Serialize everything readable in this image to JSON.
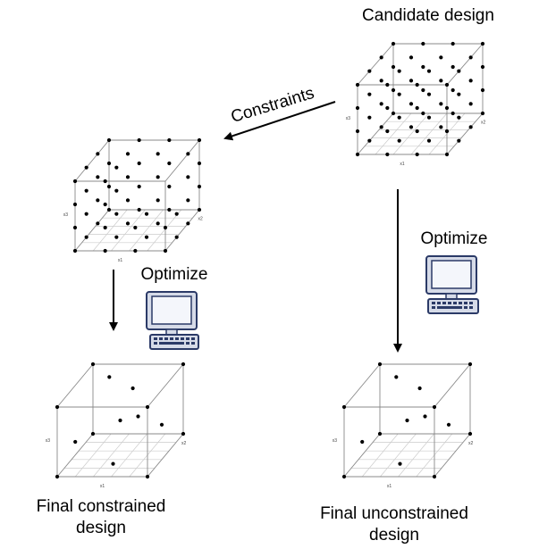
{
  "labels": {
    "candidate": "Candidate design",
    "constraints": "Constraints",
    "optimize_left": "Optimize",
    "optimize_right": "Optimize",
    "final_constrained_line1": "Final constrained",
    "final_constrained_line2": "design",
    "final_unconstrained_line1": "Final unconstrained",
    "final_unconstrained_line2": "design"
  },
  "axes": {
    "x": "x1",
    "y": "x2",
    "z": "x3"
  },
  "colors": {
    "ink": "#000000",
    "frame": "#888888",
    "grid": "#cccccc",
    "computer_body": "#d6dbe8",
    "computer_outline": "#2b3a67",
    "screen": "#f4f6fb"
  },
  "icons": {
    "computer": "desktop-computer-icon"
  }
}
